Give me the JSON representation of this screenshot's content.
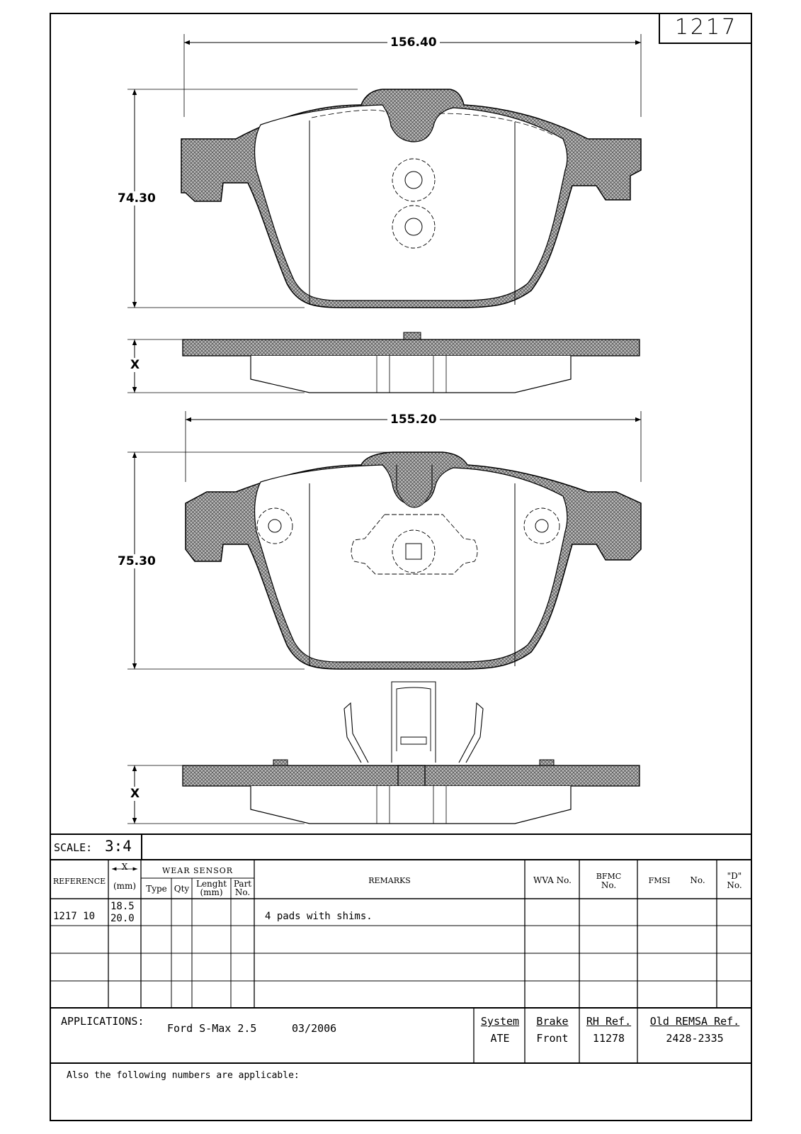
{
  "drawing_number": "1217",
  "dimensions": {
    "top_width": "156.40",
    "top_height": "74.30",
    "top_thickness": "X",
    "bottom_width": "155.20",
    "bottom_height": "75.30",
    "bottom_thickness": "X"
  },
  "scale": {
    "label": "SCALE:",
    "value": "3:4"
  },
  "table": {
    "headers": {
      "reference": "REFERENCE",
      "x_symbol": "X",
      "x_unit": "(mm)",
      "wear_sensor": "WEAR SENSOR",
      "type": "Type",
      "qty": "Qty",
      "length": "Lenght",
      "length_unit": "(mm)",
      "part": "Part",
      "part_no": "No.",
      "remarks": "REMARKS",
      "wva": "WVA No.",
      "bfmc": "BFMC",
      "bfmc_no": "No.",
      "fmsi": "FMSI",
      "fmsi_no": "No.",
      "d": "\"D\"",
      "d_no": "No."
    },
    "rows": [
      {
        "reference": "1217  10",
        "x1": "18.5",
        "x2": "20.0",
        "remarks": "4  pads  with  shims."
      }
    ]
  },
  "applications": {
    "label": "APPLICATIONS:",
    "vehicle": "Ford  S-Max  2.5",
    "date": "03/2006",
    "system_header": "System",
    "system_value": "ATE",
    "brake_header": "Brake",
    "brake_value": "Front",
    "rh_header": "RH  Ref.",
    "rh_value": "11278",
    "old_header": "Old  REMSA  Ref.",
    "old_value": "2428-2335"
  },
  "footer_note": "Also  the  following  numbers  are  applicable:"
}
